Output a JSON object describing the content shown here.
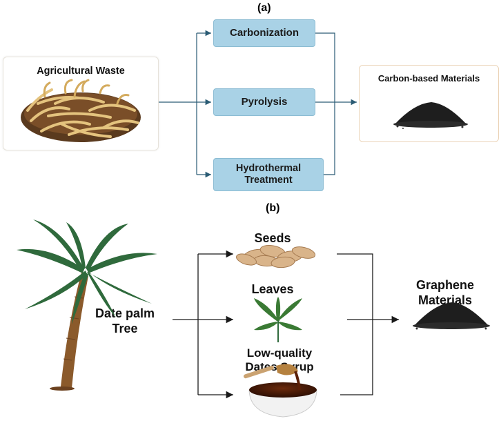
{
  "panel_a": {
    "label": "(a)",
    "source_box": {
      "title": "Agricultural Waste"
    },
    "processes": [
      {
        "label": "Carbonization"
      },
      {
        "label": "Pyrolysis"
      },
      {
        "label": "Hydrothermal Treatment"
      }
    ],
    "output_box": {
      "title": "Carbon-based Materials"
    }
  },
  "panel_b": {
    "label": "(b)",
    "source": {
      "label": "Date palm Tree"
    },
    "parts": [
      {
        "label": "Seeds"
      },
      {
        "label": "Leaves"
      },
      {
        "label": "Low-quality Dates Syrup"
      }
    ],
    "output": {
      "label": "Graphene Materials"
    }
  },
  "colors": {
    "process_fill": "#a9d2e6",
    "connector_a": "#2a5b74",
    "connector_b": "#1a1a1a",
    "palm_leaf": "#2f6a3c",
    "palm_trunk": "#8b5a2b",
    "carbon_powder": "#1e1e1e"
  },
  "icons": [
    "agricultural-waste-image",
    "carbon-powder-icon",
    "palm-tree-icon",
    "seeds-icon",
    "leaf-icon",
    "syrup-bowl-icon",
    "graphene-powder-icon"
  ]
}
